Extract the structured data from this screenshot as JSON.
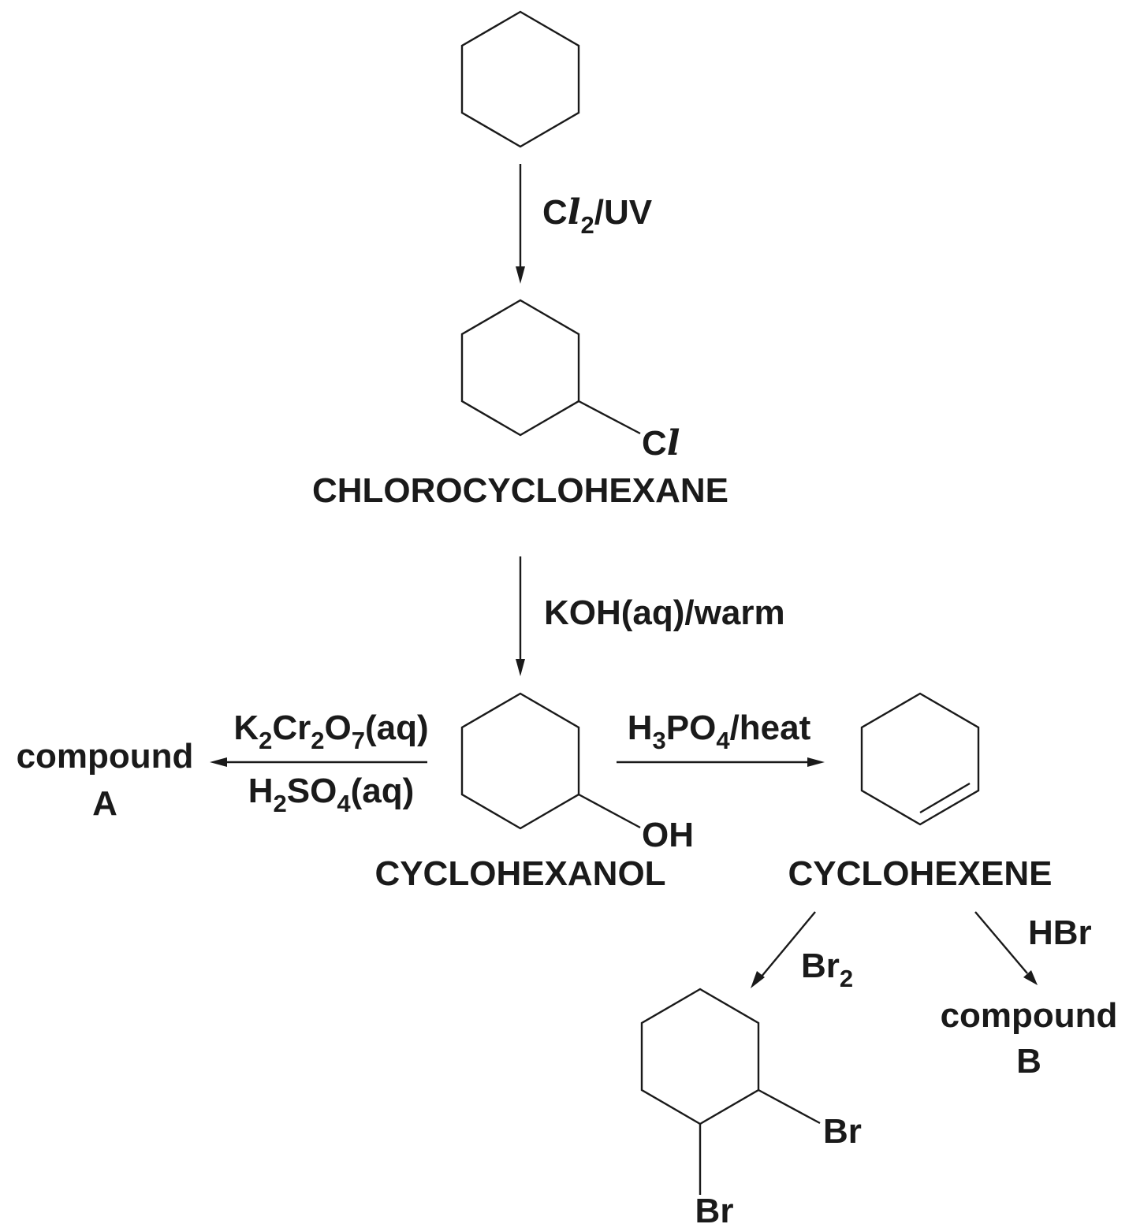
{
  "structures": {
    "cyclohexane": {
      "name": ""
    },
    "chlorocyclohexane": {
      "name": "CHLOROCYCLOHEXANE",
      "substituent": {
        "element": "C",
        "italic": "l"
      }
    },
    "cyclohexanol": {
      "name": "CYCLOHEXANOL",
      "substituent": "OH"
    },
    "cyclohexene": {
      "name": "CYCLOHEXENE"
    },
    "dibromocyclohexane": {
      "name": "",
      "substituent_1": "Br",
      "substituent_2": "Br"
    }
  },
  "conditions": {
    "step1": {
      "element": "C",
      "italic": "l",
      "sub": "2",
      "rest": "/UV"
    },
    "step2": {
      "text": "KOH(aq)/warm"
    },
    "oxidation": {
      "top": {
        "p1": "K",
        "s1": "2",
        "p2": "Cr",
        "s2": "2",
        "p3": "O",
        "s3": "7",
        "p4": "(aq)"
      },
      "bottom": {
        "p1": "H",
        "s1": "2",
        "p2": "SO",
        "s2": "4",
        "p3": "(aq)"
      }
    },
    "dehydration": {
      "p1": "H",
      "s1": "3",
      "p2": "PO",
      "s2": "4",
      "p3": "/heat"
    },
    "bromination": {
      "p1": "Br",
      "s1": "2"
    },
    "hydrobromination": {
      "text": "HBr"
    }
  },
  "products": {
    "compound_a": {
      "line1": "compound",
      "line2": "A"
    },
    "compound_b": {
      "line1": "compound",
      "line2": "B"
    }
  },
  "colors": {
    "ink": "#1a1a1a",
    "background": "#ffffff"
  }
}
